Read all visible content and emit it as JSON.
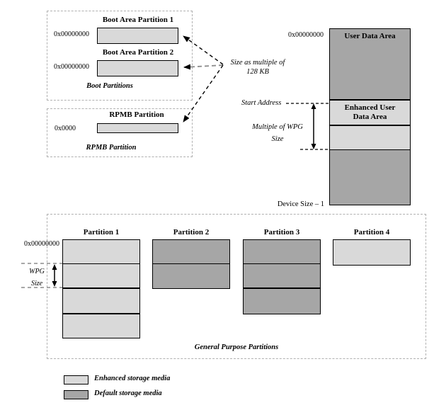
{
  "colors": {
    "enhanced_media": "#d9d9d9",
    "default_media": "#a6a6a6",
    "dashed_border": "#b0b0b0",
    "arrow_gray": "#8c8c8c",
    "line_black": "#000000"
  },
  "boot_box": {
    "partition1_title": "Boot Area Partition 1",
    "partition1_address": "0x00000000",
    "partition2_title": "Boot Area Partition 2",
    "partition2_address": "0x00000000",
    "caption": "Boot Partitions"
  },
  "rpmb_box": {
    "title": "RPMB Partition",
    "address": "0x0000",
    "caption": "RPMB Partition"
  },
  "size_note": {
    "line1": "Size as multiple of",
    "line2": "128 KB"
  },
  "device_column": {
    "top_address": "0x00000000",
    "user_data_area": "User Data Area",
    "enhanced_line1": "Enhanced User",
    "enhanced_line2": "Data Area",
    "start_address_label": "Start Address",
    "multiple_line1": "Multiple of WPG",
    "multiple_line2": "Size",
    "device_size_label": "Device Size – 1"
  },
  "gpp_box": {
    "address": "0x00000000",
    "wpg_line1": "WPG",
    "wpg_line2": "Size",
    "partitions": [
      {
        "label": "Partition 1",
        "media": "enhanced",
        "segments": 4
      },
      {
        "label": "Partition 2",
        "media": "default",
        "segments": 2
      },
      {
        "label": "Partition 3",
        "media": "default",
        "segments": 3
      },
      {
        "label": "Partition 4",
        "media": "enhanced",
        "segments": 1
      }
    ],
    "caption": "General Purpose Partitions"
  },
  "legend": {
    "enhanced": "Enhanced storage media",
    "default": "Default storage media"
  }
}
